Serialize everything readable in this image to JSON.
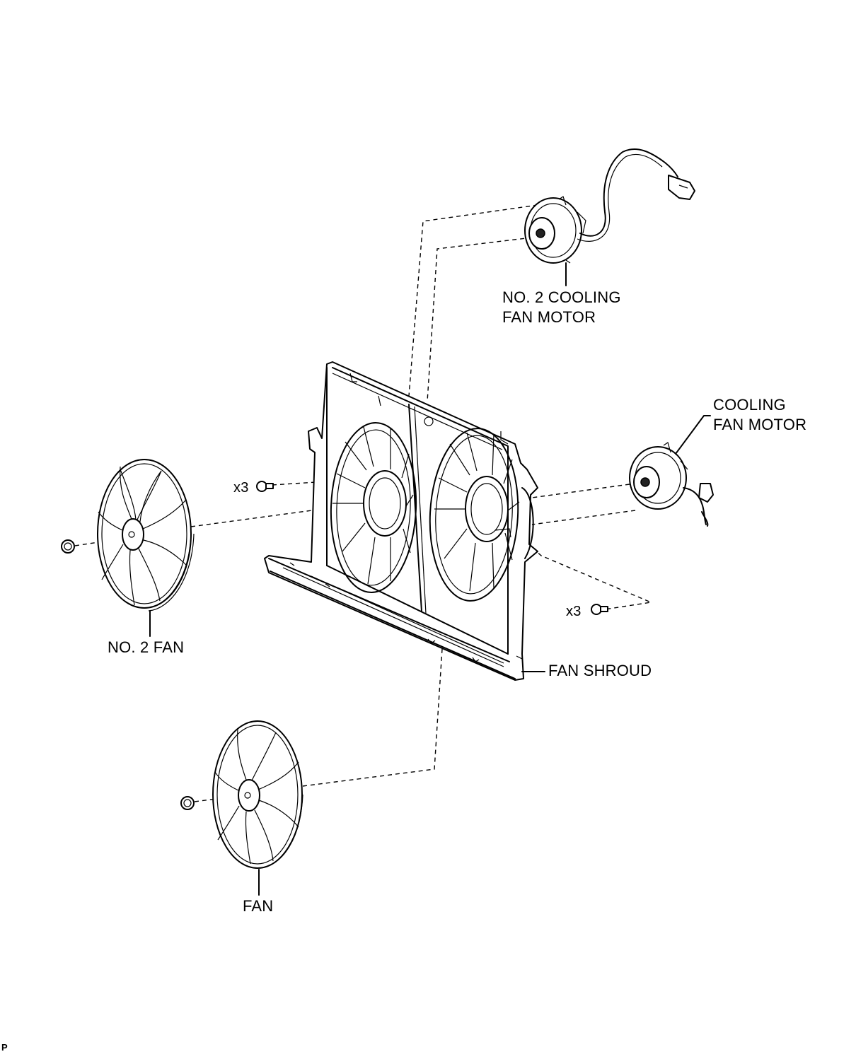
{
  "labels": {
    "no2_cooling_fan_motor_line1": "NO. 2 COOLING",
    "no2_cooling_fan_motor_line2": "FAN MOTOR",
    "cooling_fan_motor_line1": "COOLING",
    "cooling_fan_motor_line2": "FAN MOTOR",
    "no2_fan": "NO. 2 FAN",
    "fan_shroud": "FAN SHROUD",
    "fan": "FAN",
    "qty_left": "x3",
    "qty_right": "x3",
    "corner_mark": "P"
  }
}
